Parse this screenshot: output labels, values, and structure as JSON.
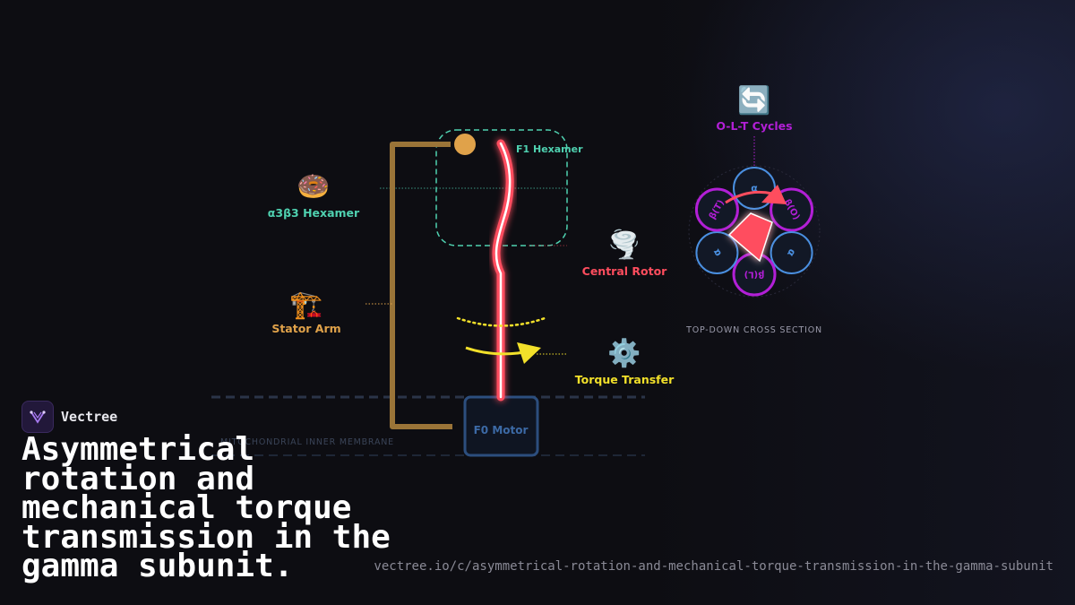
{
  "labels": {
    "hexamer_icon": "🍩",
    "hexamer": "α3β3 Hexamer",
    "stator_icon": "🏗️",
    "stator": "Stator Arm",
    "f1_box": "F1 Hexamer",
    "rotor_icon": "🌪️",
    "rotor": "Central Rotor",
    "torque_icon": "⚙️",
    "torque": "Torque Transfer",
    "f0_motor": "F0 Motor",
    "membrane": "MITOCHONDRIAL INNER MEMBRANE",
    "cycles_icon": "🔄",
    "cycles": "O-L-T Cycles",
    "cross_section": "TOP-DOWN CROSS SECTION"
  },
  "cross_section_subunits": [
    {
      "label": "α",
      "kind": "alpha"
    },
    {
      "label": "β(O)",
      "kind": "beta"
    },
    {
      "label": "α",
      "kind": "alpha"
    },
    {
      "label": "β(L)",
      "kind": "beta"
    },
    {
      "label": "α",
      "kind": "alpha"
    },
    {
      "label": "β(T)",
      "kind": "beta"
    }
  ],
  "colors": {
    "teal": "#4fd1b0",
    "stator": "#9a7438",
    "stator_knob": "#e0a24a",
    "rotor": "#ff4d5e",
    "yellow": "#f2e02a",
    "motor": "#2c4e7e",
    "purple": "#b21fd6",
    "alpha_blue": "#4a8fe0"
  },
  "brand": {
    "name": "Vectree"
  },
  "title": "Asymmetrical rotation and mechanical torque transmission in the gamma subunit.",
  "url": "vectree.io/c/asymmetrical-rotation-and-mechanical-torque-transmission-in-the-gamma-subunit"
}
